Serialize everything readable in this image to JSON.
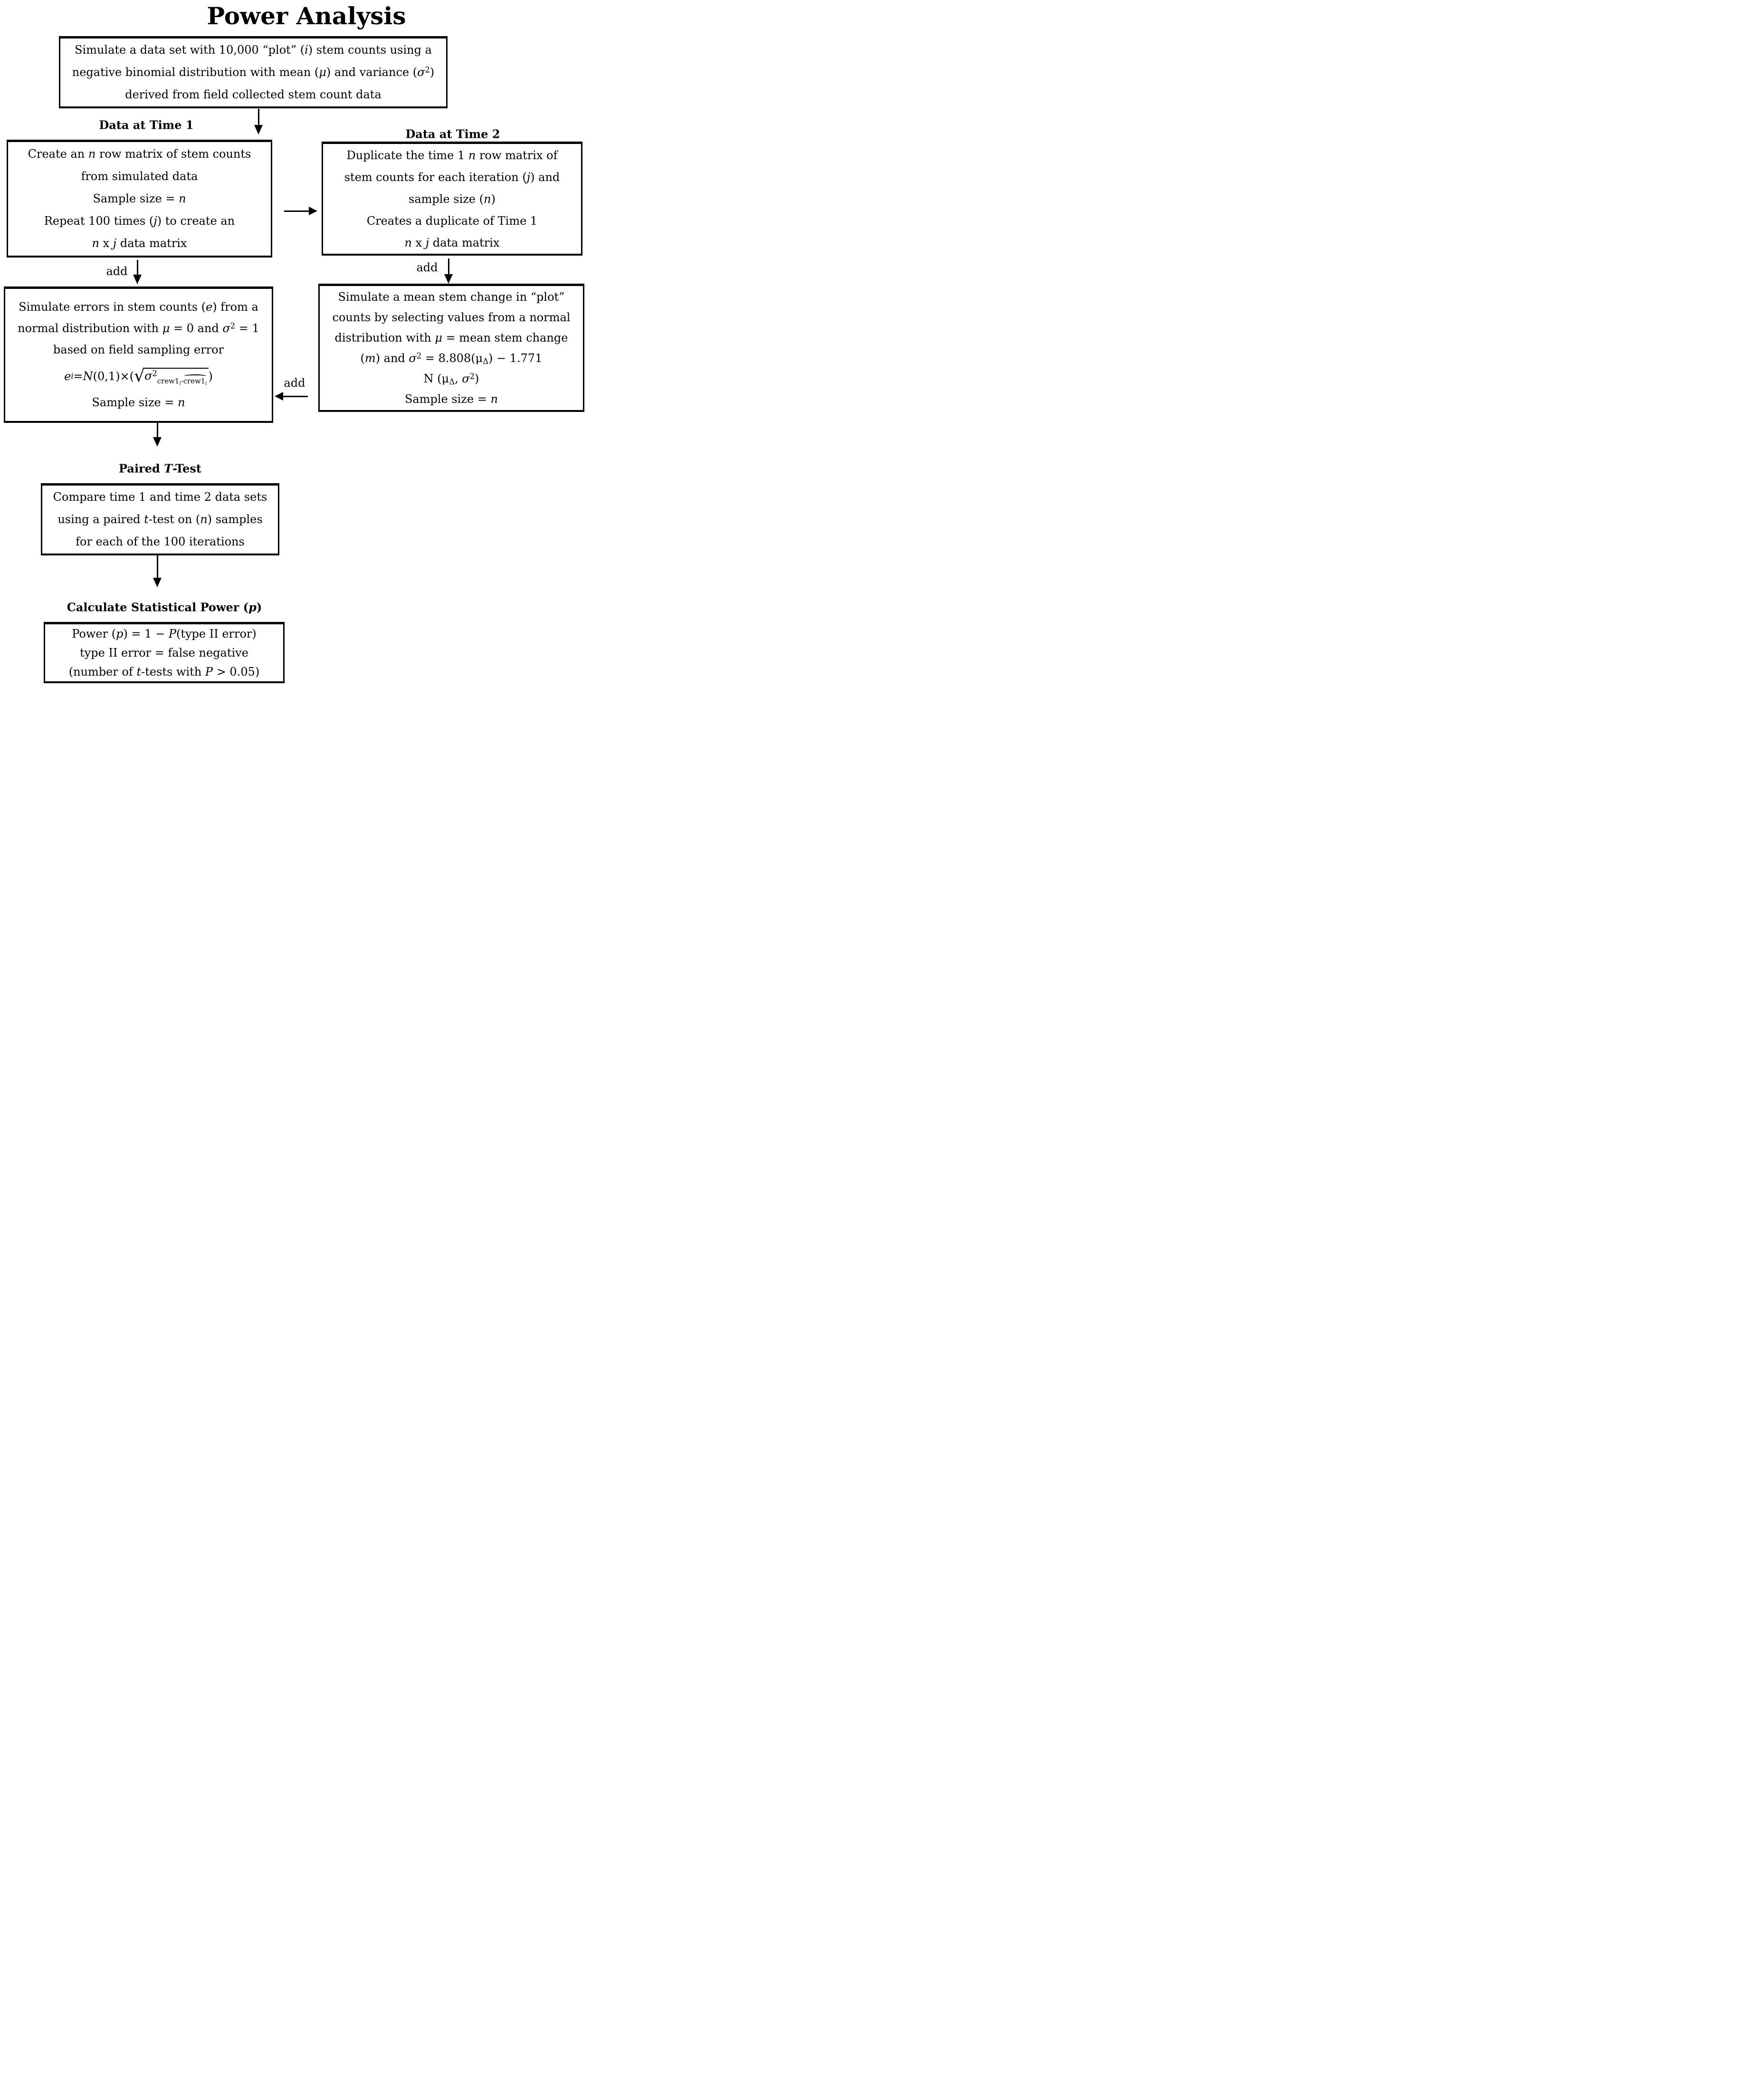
{
  "title": "Power Analysis",
  "labels": {
    "time1": "Data at Time 1",
    "time2": "Data at Time 2",
    "ttest": "Paired <i>T</i>-Test",
    "power": "Calculate Statistical Power (<i>p</i>)"
  },
  "arrow_labels": {
    "left_add": "add",
    "right_add": "add",
    "mid_add": "add"
  },
  "boxes": {
    "top": {
      "lines": [
        "Simulate a data set with 10,000 “plot” (<i>i</i>) stem counts using a",
        "negative binomial distribution with mean (<i>μ</i>) and variance (<i>σ</i><sup>2</sup>)",
        "derived from field collected stem count data"
      ]
    },
    "time1_matrix": {
      "lines": [
        "Create an <i>n</i> row matrix of stem counts",
        "from simulated data",
        "Sample size = <i>n</i>",
        "Repeat 100 times (<i>j</i>) to create an",
        "<i>n</i> x <i>j</i> data matrix"
      ]
    },
    "time2_matrix": {
      "lines": [
        "Duplicate the time 1 <i>n</i> row matrix of",
        "stem counts for each iteration (<i>j</i>) and",
        "sample size (<i>n</i>)",
        "Creates a duplicate of Time 1",
        "<i>n</i> x <i>j</i> data matrix"
      ]
    },
    "time1_errors": {
      "lines": [
        "Simulate errors in stem counts (<i>e</i>) from a",
        "normal distribution with <i>μ</i> = 0 and <i>σ</i><sup>2</sup> = 1",
        "based on field sampling error",
        "<i>e</i><sub><i>i</i></sub> = <i>N</i>(0,1)×(<span class='rad-sign'>√</span><span class='rad-body'><i>σ</i><sup>2</sup><span class='crewsub'>crew1<sub><i>i</i></sub>-<span class='hat'>crew1<sub><i>i</i></sub></span></span></span>)",
        "Sample size = <i>n</i>"
      ]
    },
    "time2_change": {
      "lines": [
        "Simulate a mean stem change in “plot”",
        "counts by selecting values from a normal",
        "distribution with <i>μ</i> = mean stem change",
        "(<i>m</i>) and <i>σ</i><sup>2</sup> = 8.808(μ<sub>Δ</sub>) − 1.771",
        "N (μ<sub>Δ</sub>, <i>σ</i><sup>2</sup>)",
        "Sample size = <i>n</i>"
      ]
    },
    "paired_ttest": {
      "lines": [
        "Compare time 1 and time 2 data sets",
        "using a paired <i>t</i>-test on (<i>n</i>) samples",
        "for each of the 100 iterations"
      ]
    },
    "power_calc": {
      "lines": [
        "Power (<i>p</i>) = 1 − <i>P</i>(type II error)",
        "type II error = false negative",
        "(number of <i>t</i>-tests with <i>P</i> &gt; 0.05)"
      ]
    }
  }
}
